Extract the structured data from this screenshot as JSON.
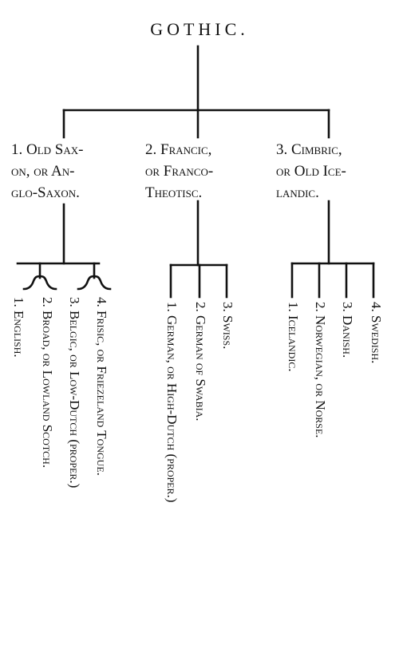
{
  "root": {
    "label": "GOTHIC."
  },
  "branches": [
    {
      "lines": [
        "1. Old Sax-",
        "on, or An-",
        "glo-Saxon."
      ]
    },
    {
      "lines": [
        "2. Francic,",
        "or Franco-",
        "Theotisc."
      ]
    },
    {
      "lines": [
        "3. Cimbric,",
        "or Old Ice-",
        "landic."
      ]
    }
  ],
  "leaves": {
    "saxon": [
      "1. English.",
      "2. Broad, or Lowland Scotch.",
      "3. Belgic, or Low-Dutch (proper.)",
      "4. Frisic, or Friezeland Tongue."
    ],
    "francic": [
      "1. German, or High-Dutch (proper.)",
      "2. German of Swabia.",
      "3. Swiss."
    ],
    "cimbric": [
      "1. Icelandic.",
      "2. Norwegian, or Norse.",
      "3. Danish.",
      "4. Swedish."
    ]
  }
}
